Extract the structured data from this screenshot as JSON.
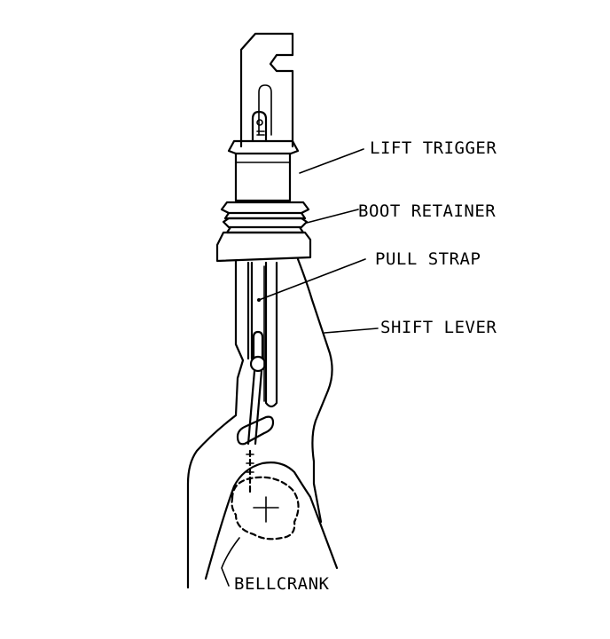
{
  "labels": {
    "lift_trigger": "LIFT TRIGGER",
    "boot_retainer": "BOOT RETAINER",
    "pull_strap": "PULL STRAP",
    "shift_lever": "SHIFT LEVER",
    "bellcrank": "BELLCRANK"
  },
  "colors": {
    "line": "#000000",
    "background": "#ffffff"
  }
}
